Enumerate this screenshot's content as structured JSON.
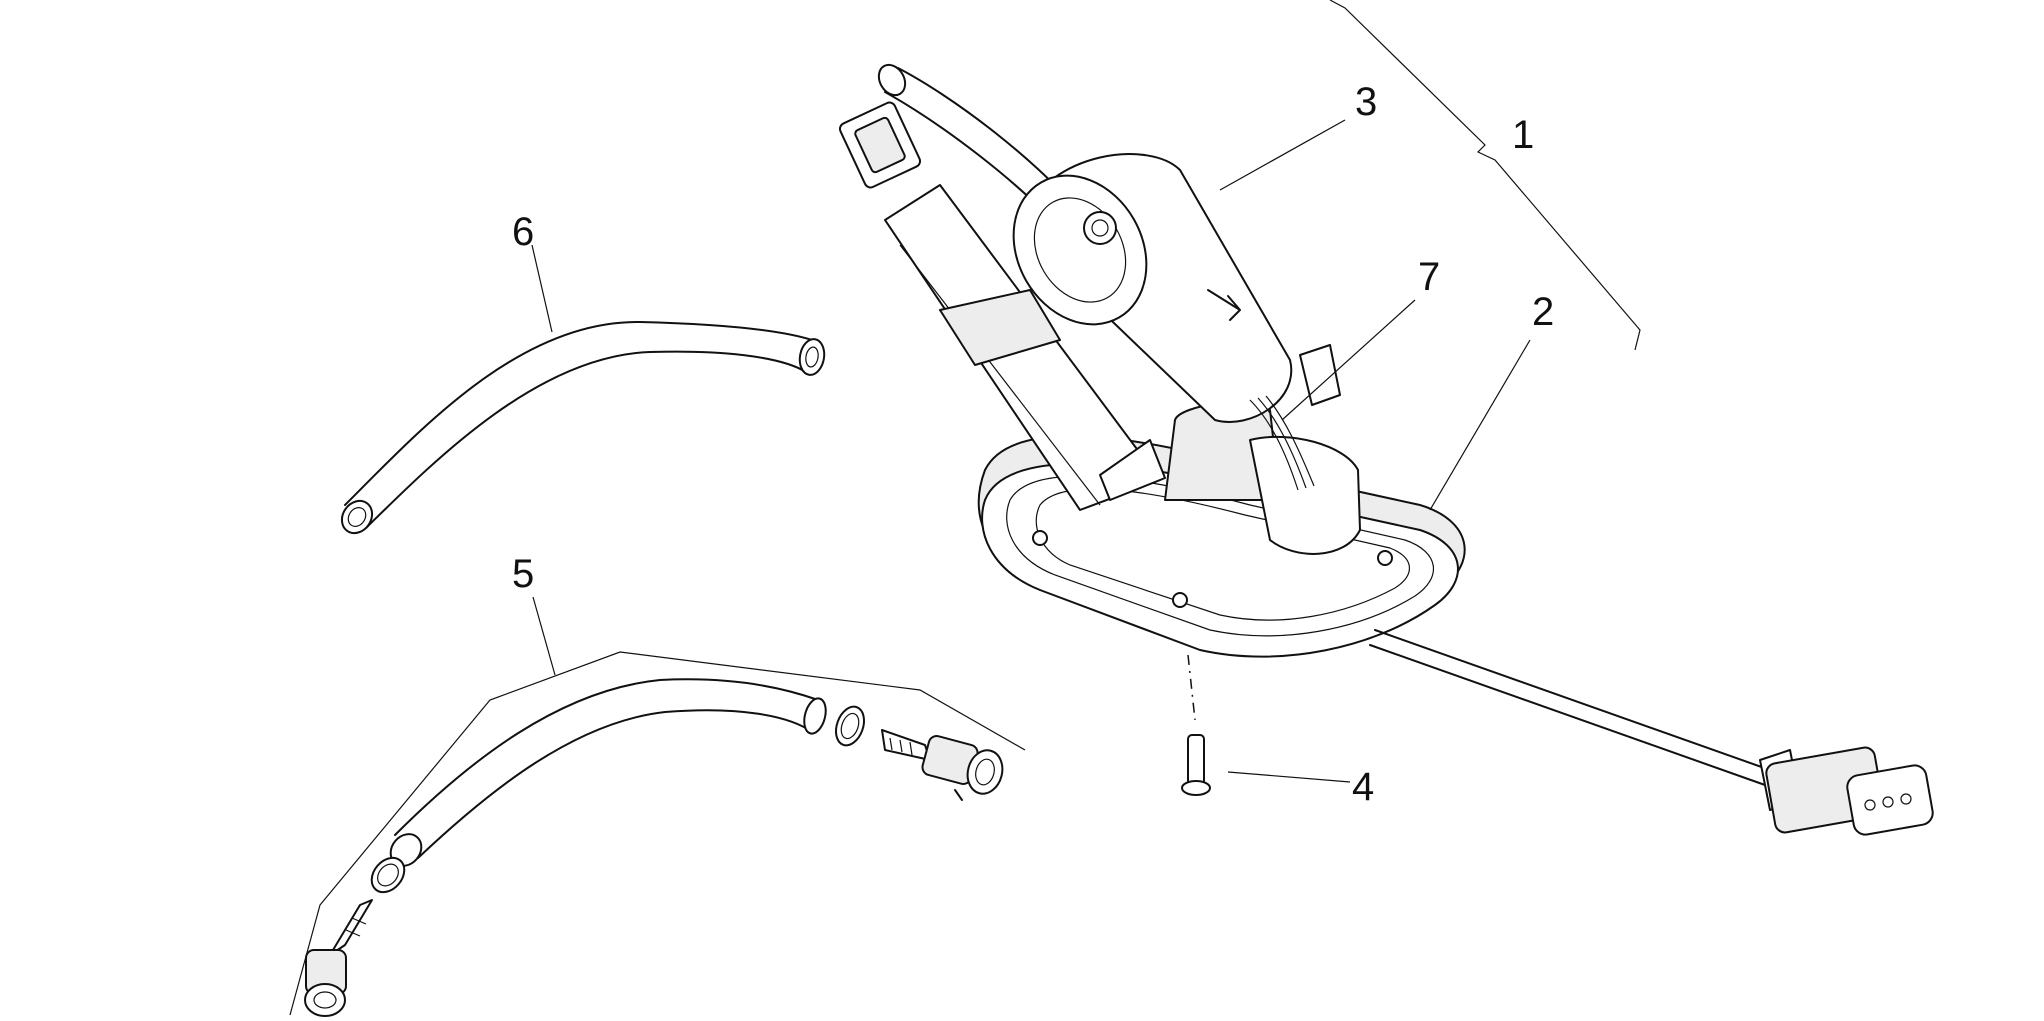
{
  "callouts": {
    "c1": "1",
    "c2": "2",
    "c3": "3",
    "c4": "4",
    "c5": "5",
    "c6": "6",
    "c7": "7"
  },
  "colors": {
    "line": "#111111",
    "background": "#ffffff",
    "shade": "#ededed"
  }
}
